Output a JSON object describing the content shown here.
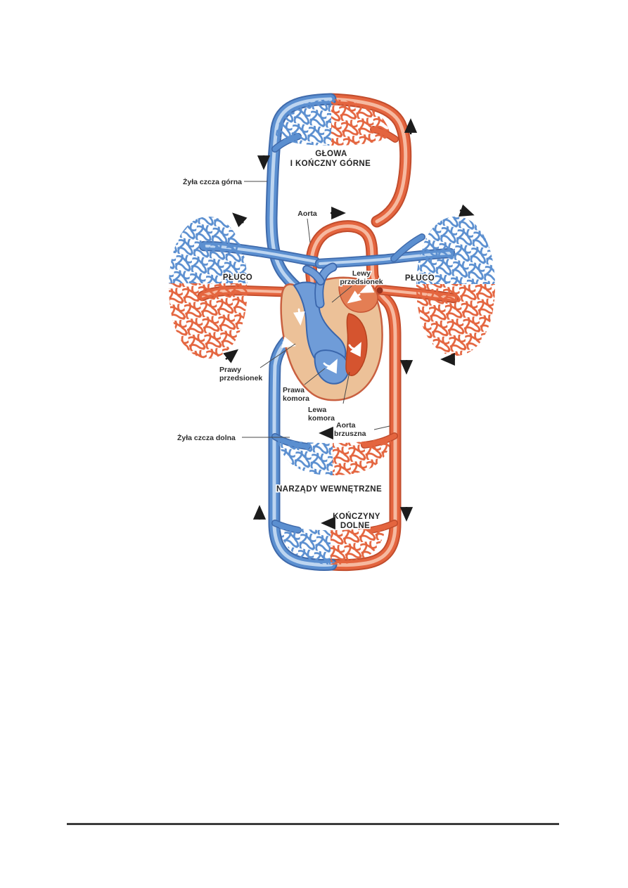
{
  "page": {
    "background_color": "#ffffff"
  },
  "diagram": {
    "region_labels": {
      "head_line1": "GŁOWA",
      "head_line2": "I KOŃCZNY GÓRNE",
      "left_lung": "PŁUCO",
      "right_lung": "PŁUCO",
      "internal_organs": "NARZĄDY WEWNĘTRZNE",
      "lower_limbs_line1": "KOŃCZYNY",
      "lower_limbs_line2": "DOLNE"
    },
    "anatomy_labels": {
      "superior_vena_cava": "Żyła czcza górna",
      "aorta": "Aorta",
      "left_atrium_line1": "Lewy",
      "left_atrium_line2": "przedsionek",
      "right_atrium_line1": "Prawy",
      "right_atrium_line2": "przedsionek",
      "right_ventricle_line1": "Prawa",
      "right_ventricle_line2": "komora",
      "left_ventricle_line1": "Lewa",
      "left_ventricle_line2": "komora",
      "abdominal_aorta_line1": "Aorta",
      "abdominal_aorta_line2": "brzuszna",
      "inferior_vena_cava": "Żyła czcza dolna"
    },
    "colors": {
      "oxygen_poor_blood_blue": "#5b8fd0",
      "oxygen_rich_blood_red": "#e4653f",
      "heart_muscle_tan": "#ecc198",
      "flow_arrow_black": "#1c1c1c",
      "label_text": "#2d2d2d"
    }
  }
}
